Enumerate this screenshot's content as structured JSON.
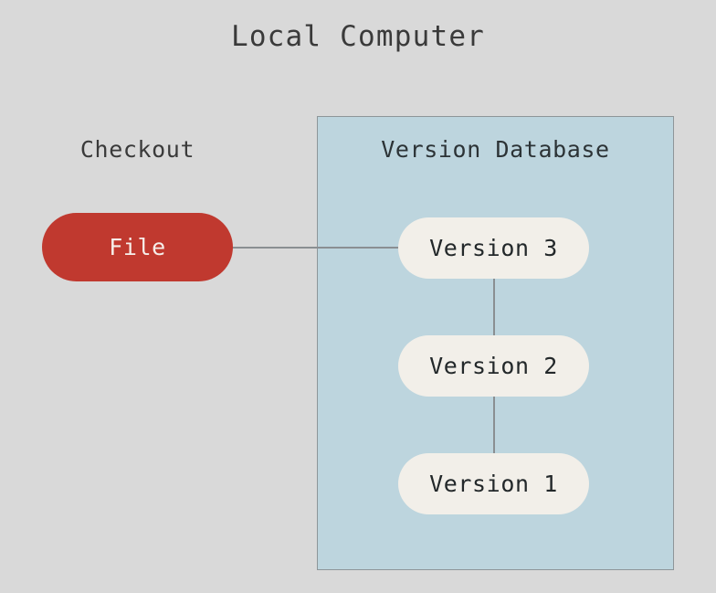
{
  "diagram": {
    "title": "Local Computer",
    "type": "version-control-checkout-diagram",
    "background_color": "#d9d9d9",
    "sections": {
      "checkout": {
        "label": "Checkout",
        "node": {
          "label": "File",
          "fill_color": "#c0392f",
          "text_color": "#f6eeea",
          "shape": "pill"
        }
      },
      "version_database": {
        "title": "Version Database",
        "panel_fill_color": "#bdd5de",
        "panel_border_color": "#8e9699",
        "nodes": [
          {
            "label": "Version 3",
            "fill_color": "#f2efe9",
            "text_color": "#23282a",
            "shape": "pill"
          },
          {
            "label": "Version 2",
            "fill_color": "#f2efe9",
            "text_color": "#23282a",
            "shape": "pill"
          },
          {
            "label": "Version 1",
            "fill_color": "#f2efe9",
            "text_color": "#23282a",
            "shape": "pill"
          }
        ]
      }
    },
    "connectors": {
      "line_color": "#8a8f92",
      "edges": [
        {
          "from": "File",
          "to": "Version 3",
          "orientation": "horizontal"
        },
        {
          "from": "Version 3",
          "to": "Version 2",
          "orientation": "vertical"
        },
        {
          "from": "Version 2",
          "to": "Version 1",
          "orientation": "vertical"
        }
      ]
    }
  }
}
